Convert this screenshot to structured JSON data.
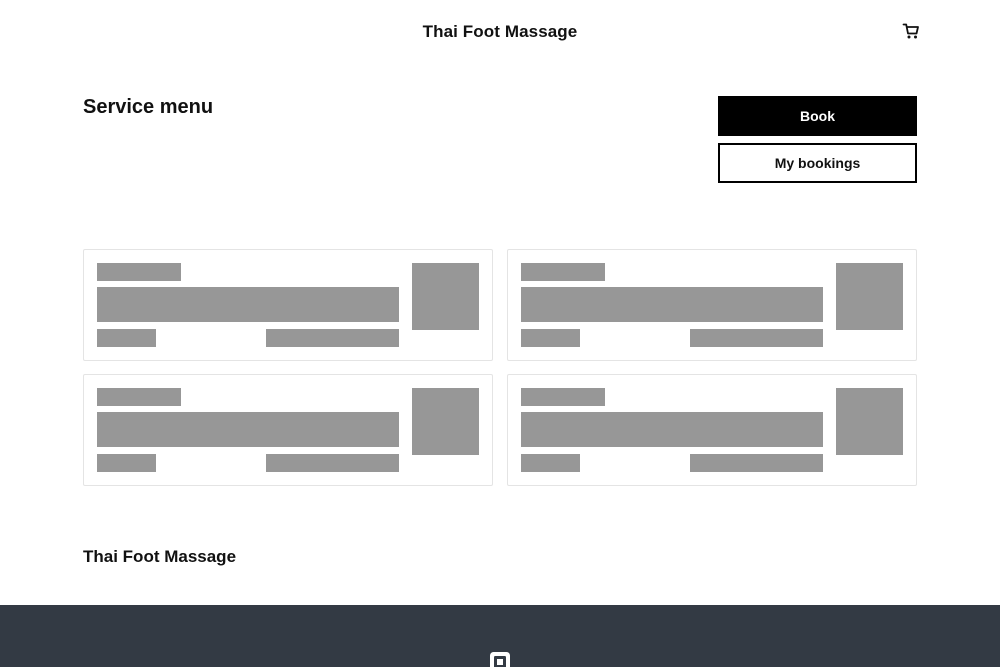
{
  "header": {
    "title": "Thai Foot Massage",
    "cart_icon": "cart-icon"
  },
  "main": {
    "title": "Service menu",
    "book_label": "Book",
    "my_bookings_label": "My bookings",
    "service_cards": [
      {
        "state": "loading-placeholder"
      },
      {
        "state": "loading-placeholder"
      },
      {
        "state": "loading-placeholder"
      },
      {
        "state": "loading-placeholder"
      }
    ]
  },
  "business_name": "Thai Foot Massage",
  "footer": {
    "logo_icon": "square-logo-icon",
    "background_color": "#333a44"
  },
  "colors": {
    "primary": "#000000",
    "skeleton": "#979797"
  }
}
